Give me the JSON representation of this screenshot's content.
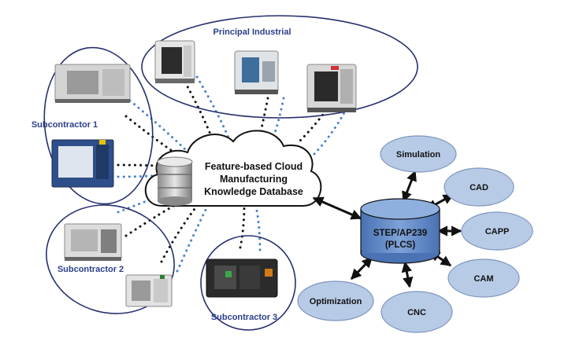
{
  "groups": {
    "principal": "Principal Industrial",
    "sub1": "Subcontractor 1",
    "sub2": "Subcontractor 2",
    "sub3": "Subcontractor 3"
  },
  "cloud": {
    "line1": "Feature-based Cloud",
    "line2": "Manufacturing",
    "line3": "Knowledge Database"
  },
  "hub": {
    "line1": "STEP/AP239",
    "line2": "(PLCS)"
  },
  "nodes": {
    "simulation": "Simulation",
    "cad": "CAD",
    "capp": "CAPP",
    "cam": "CAM",
    "cnc": "CNC",
    "optimization": "Optimization"
  },
  "colors": {
    "group_outline": "#27306e",
    "node_fill": "#b7cbe6",
    "node_stroke": "#7f96bd",
    "hub_fill": "#5b84c4",
    "hub_top": "#8fb0de",
    "dots_black": "#111111",
    "dots_blue": "#4a82c8",
    "label_blue": "#2a3f8a"
  },
  "icons": [
    "machine-tool-icon",
    "database-icon",
    "cloud-icon"
  ]
}
